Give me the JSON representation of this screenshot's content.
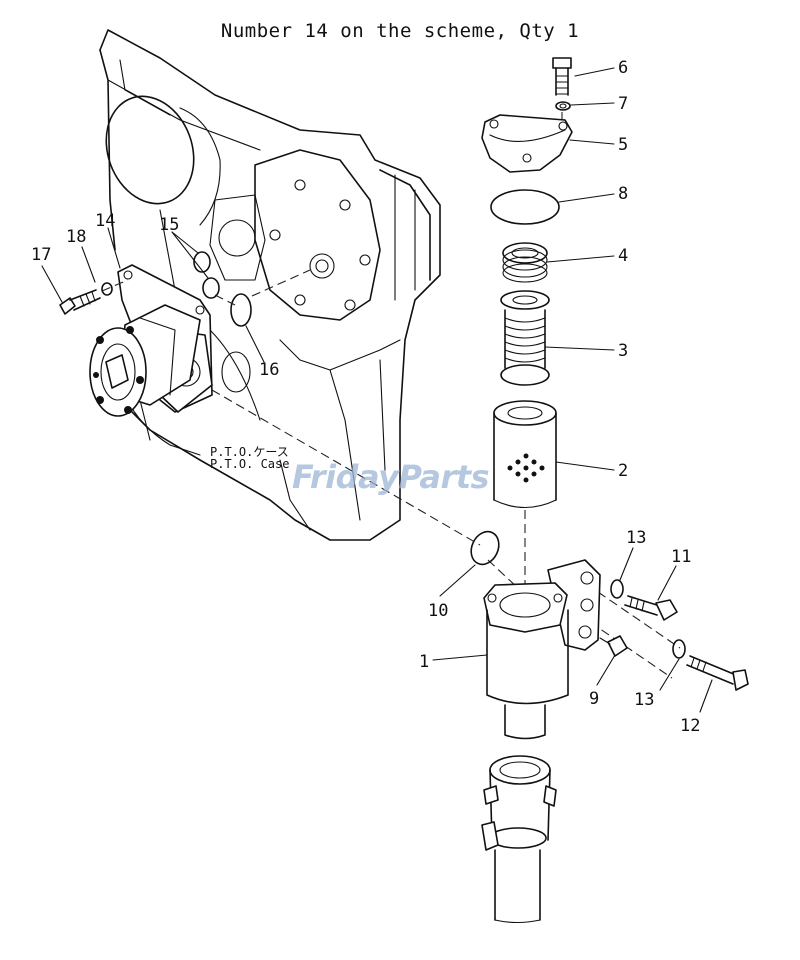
{
  "title": "Number 14 on the scheme, Qty 1",
  "case_label": {
    "jp": "P.T.O.ケース",
    "en": "P.T.O. Case"
  },
  "watermark": "FridayParts",
  "callouts": {
    "n1": "1",
    "n2": "2",
    "n3": "3",
    "n4": "4",
    "n5": "5",
    "n6": "6",
    "n7": "7",
    "n8": "8",
    "n9": "9",
    "n10": "10",
    "n11": "11",
    "n12": "12",
    "n13a": "13",
    "n13b": "13",
    "n14": "14",
    "n15": "15",
    "n16": "16",
    "n17": "17",
    "n18": "18"
  }
}
